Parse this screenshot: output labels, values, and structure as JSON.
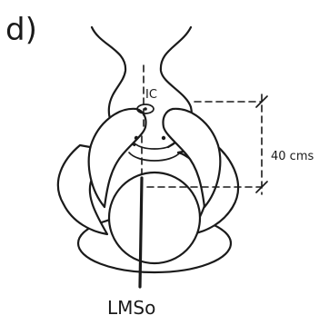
{
  "panel_label": "d)",
  "structure_label": "IC",
  "measurement_label": "40 cms",
  "lever_label": "LMSo"
}
